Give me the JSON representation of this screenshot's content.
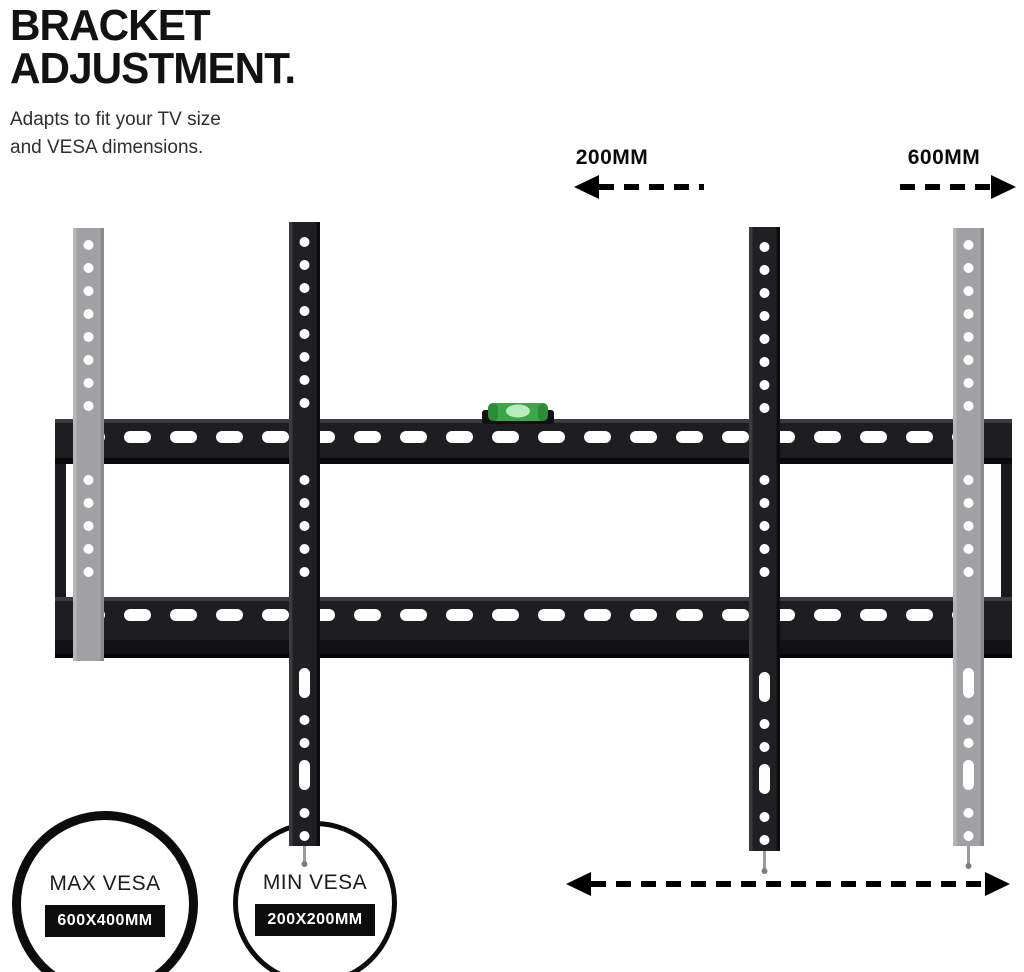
{
  "header": {
    "title_line1": "BRACKET",
    "title_line2": "ADJUSTMENT.",
    "subtitle_line1": "Adapts to fit your TV size",
    "subtitle_line2": "and VESA dimensions."
  },
  "measurements": {
    "min_width_label": "200MM",
    "max_width_label": "600MM"
  },
  "vesa_badges": {
    "max": {
      "label": "MAX VESA",
      "value": "600X400MM"
    },
    "min": {
      "label": "MIN VESA",
      "value": "200X200MM"
    }
  },
  "colors": {
    "background": "#ffffff",
    "bracket_black": "#1e1e20",
    "bracket_gray": "#a1a1a3",
    "level_green": "#3ca74a",
    "arrow": "#000000",
    "badge_border": "#0c0c0c",
    "badge_value_bg": "#0c0c0c",
    "title_text": "#121212",
    "subtitle_text": "#2e2e2e"
  },
  "icons": {
    "spirit_level": "spirit-level-icon",
    "range_arrow": "double-headed-dashed-arrow-icon"
  }
}
